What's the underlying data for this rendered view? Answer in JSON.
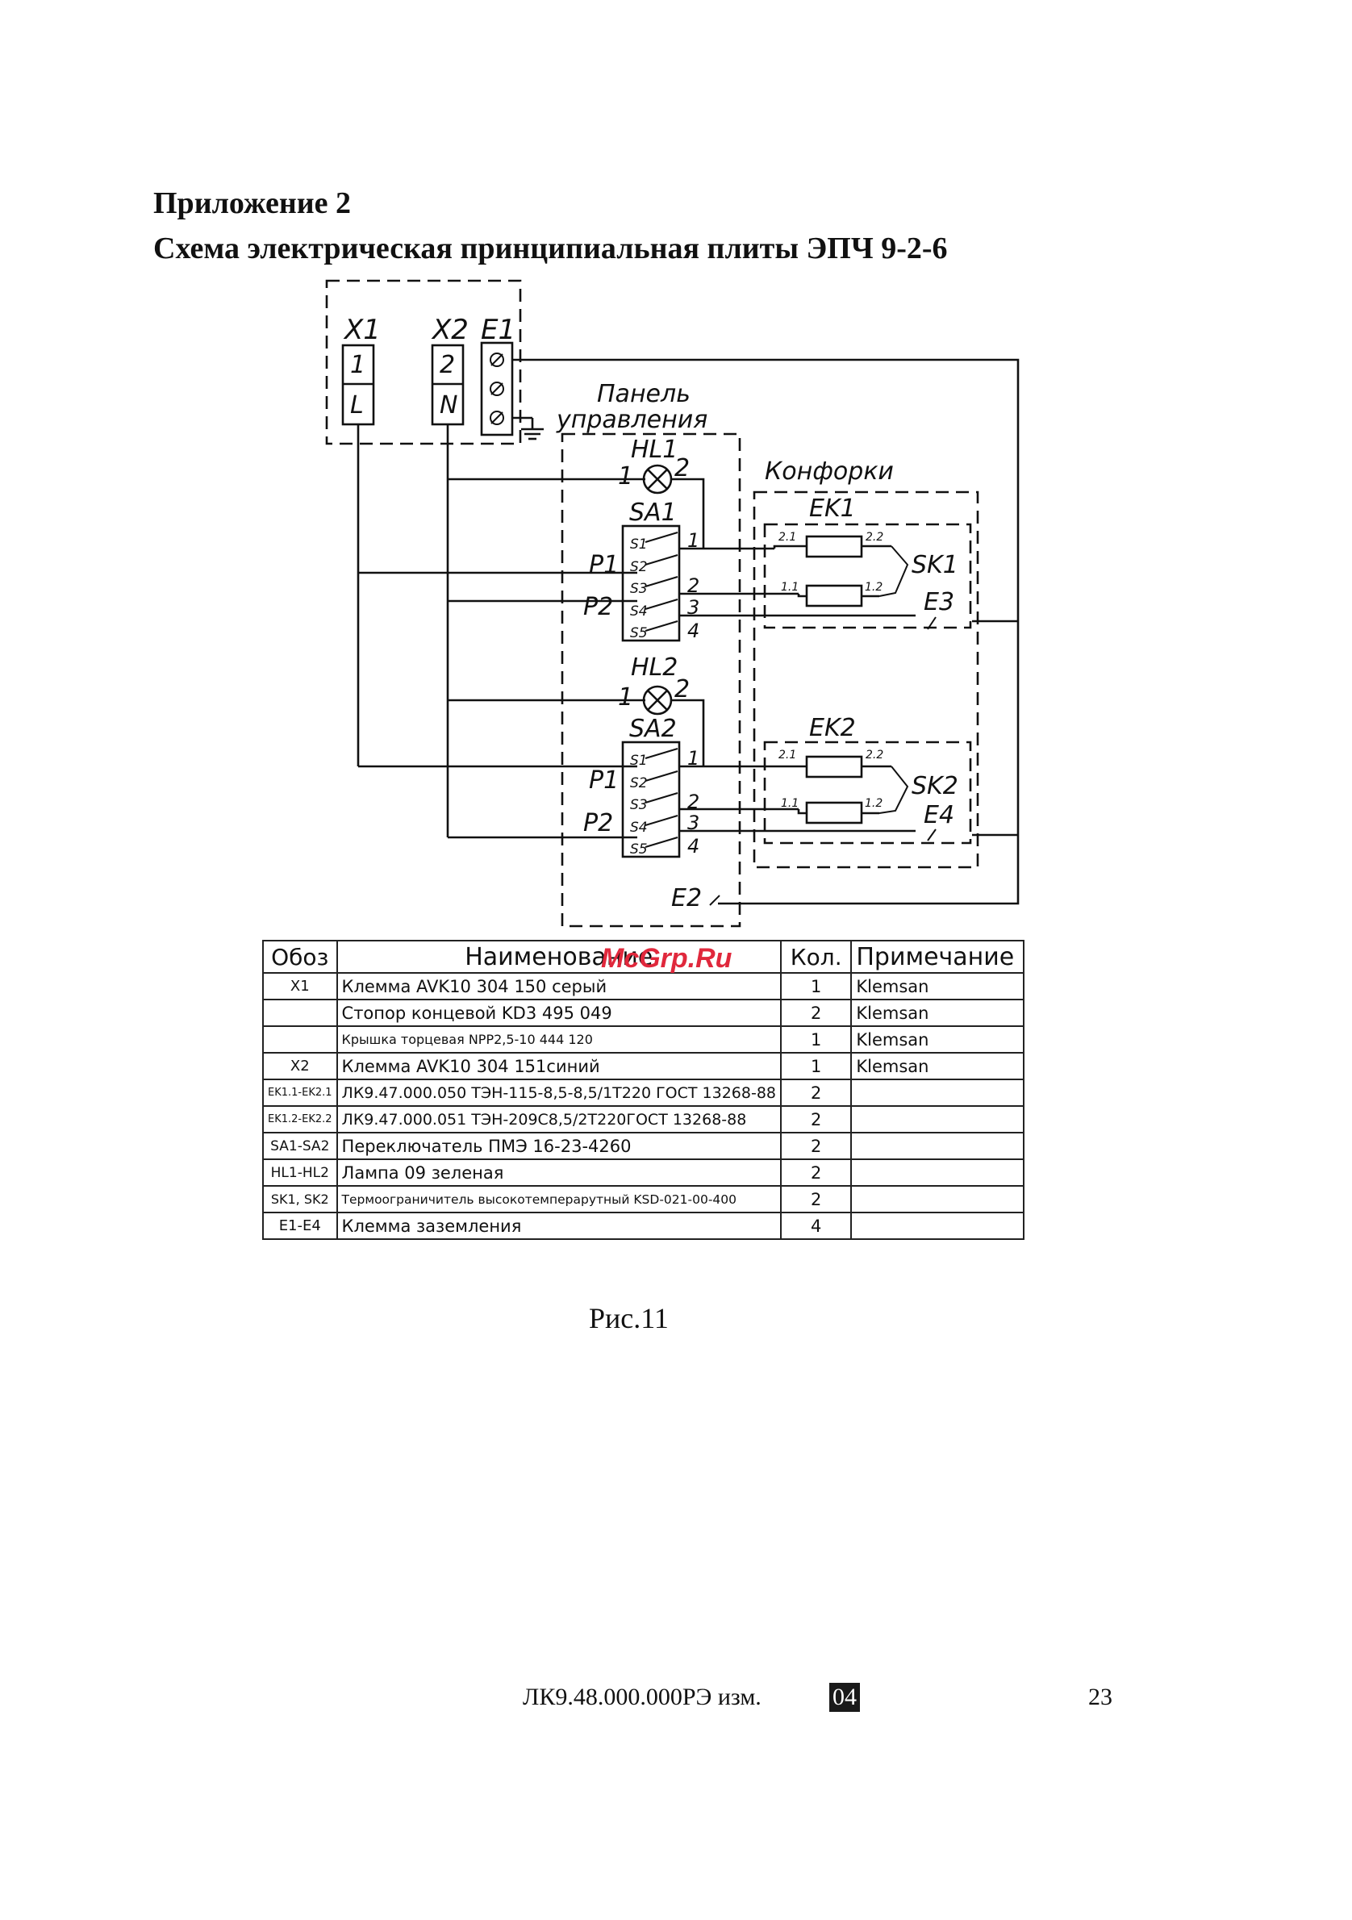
{
  "heading": {
    "appendix": "Приложение 2",
    "title": "Схема электрическая принципиальная плиты ЭПЧ 9-2-6"
  },
  "schematic": {
    "x1": "X1",
    "x2": "X2",
    "e1": "E1",
    "x1_pin1": "1",
    "x1_pin2": "L",
    "x2_pin1": "2",
    "x2_pin2": "N",
    "panel_line1": "Панель",
    "panel_line2": "управления",
    "burners": "Конфорки",
    "hl1": "HL1",
    "hl2": "HL2",
    "sa1": "SA1",
    "sa2": "SA2",
    "ek1": "EK1",
    "ek2": "EK2",
    "sk1": "SK1",
    "sk2": "SK2",
    "e2": "E2",
    "e3": "E3",
    "e4": "E4",
    "p1": "P1",
    "p2": "P2",
    "n1": "1",
    "n2": "2",
    "n3": "3",
    "n4": "4",
    "s1": "S1",
    "s2": "S2",
    "s3": "S3",
    "s4": "S4",
    "s5": "S5",
    "t21": "2.1",
    "t22": "2.2",
    "t11": "1.1",
    "t12": "1.2"
  },
  "table": {
    "headers": [
      "Обоз",
      "Наименование",
      "Кол.",
      "Примечание"
    ],
    "rows": [
      {
        "code": "X1",
        "name": "Клемма AVK10 304 150 серый",
        "qty": "1",
        "note": "Klemsan"
      },
      {
        "code": "",
        "name": "Стопор концевой KD3 495 049",
        "qty": "2",
        "note": "Klemsan"
      },
      {
        "code": "",
        "name": "Крышка торцевая NPP2,5-10 444 120",
        "qty": "1",
        "note": "Klemsan"
      },
      {
        "code": "X2",
        "name": "Клемма AVK10 304 151синий",
        "qty": "1",
        "note": "Klemsan"
      },
      {
        "code": "EK1.1-EK2.1",
        "name": "ЛК9.47.000.050 ТЭН-115-8,5-8,5/1Т220 ГОСТ 13268-88",
        "qty": "2",
        "note": ""
      },
      {
        "code": "EK1.2-EK2.2",
        "name": "ЛК9.47.000.051 ТЭН-209С8,5/2Т220ГОСТ 13268-88",
        "qty": "2",
        "note": ""
      },
      {
        "code": "SA1-SA2",
        "name": "Переключатель ПМЭ 16-23-4260",
        "qty": "2",
        "note": ""
      },
      {
        "code": "HL1-HL2",
        "name": "Лампа 09 зеленая",
        "qty": "2",
        "note": ""
      },
      {
        "code": "SK1, SK2",
        "name": "Термоограничитель высокотемперарутный KSD-021-00-400",
        "qty": "2",
        "note": ""
      },
      {
        "code": "E1-E4",
        "name": "Клемма заземления",
        "qty": "4",
        "note": ""
      }
    ]
  },
  "watermark": "McGrp.Ru",
  "caption": "Рис.11",
  "footer": {
    "doc_code": "ЛК9.48.000.000РЭ изм.",
    "revision": "04",
    "page": "23"
  }
}
